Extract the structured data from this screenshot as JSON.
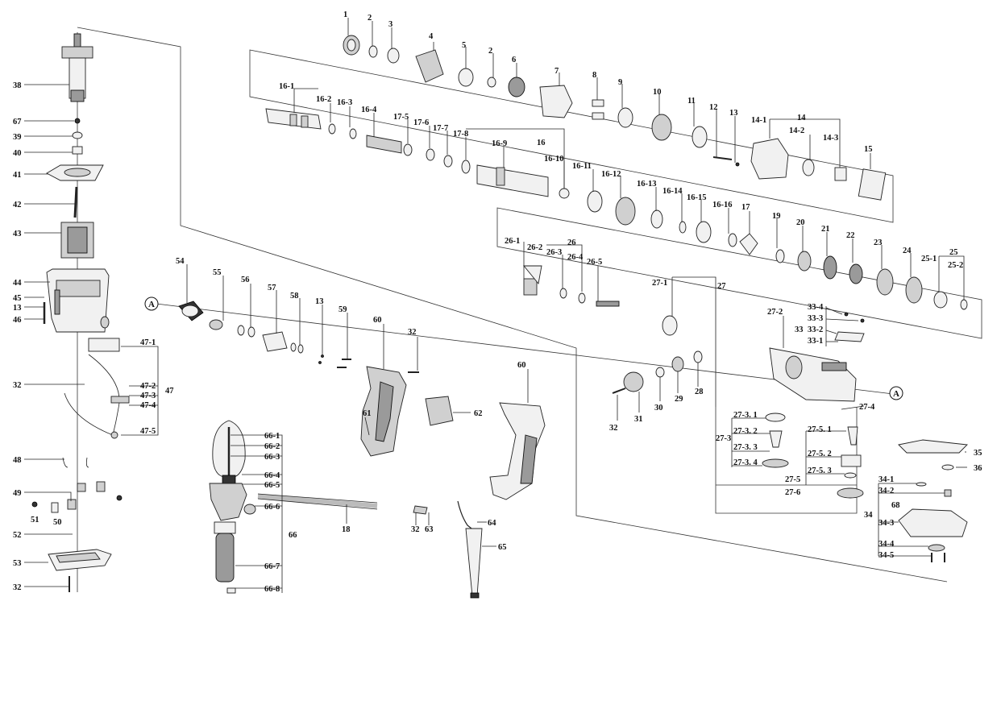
{
  "markers": [
    "A",
    "A"
  ],
  "labels": {
    "l1": "1",
    "l2": "2",
    "l3": "3",
    "l4": "4",
    "l5": "5",
    "l2b": "2",
    "l6": "6",
    "l7": "7",
    "l8": "8",
    "l9": "9",
    "l10": "10",
    "l11": "11",
    "l12": "12",
    "l13": "13",
    "l14": "14",
    "l14_1": "14-1",
    "l14_2": "14-2",
    "l14_3": "14-3",
    "l15": "15",
    "l16_1": "16-1",
    "l16_2": "16-2",
    "l16_3": "16-3",
    "l16_4": "16-4",
    "l17_5": "17-5",
    "l17_6": "17-6",
    "l17_7": "17-7",
    "l17_8": "17-8",
    "l16_9": "16-9",
    "l16": "16",
    "l16_10": "16-10",
    "l16_11": "16-11",
    "l16_12": "16-12",
    "l16_13": "16-13",
    "l16_14": "16-14",
    "l16_15": "16-15",
    "l16_16": "16-16",
    "l17": "17",
    "l19": "19",
    "l20": "20",
    "l21": "21",
    "l22": "22",
    "l23": "23",
    "l24": "24",
    "l25": "25",
    "l25_1": "25-1",
    "l25_2": "25-2",
    "l26_1": "26-1",
    "l26_2": "26-2",
    "l26": "26",
    "l26_3": "26-3",
    "l26_4": "26-4",
    "l26_5": "26-5",
    "l27_1": "27-1",
    "l27": "27",
    "l27_2": "27-2",
    "l33_4": "33-4",
    "l33_3": "33-3",
    "l33": "33",
    "l33_2": "33-2",
    "l33_1": "33-1",
    "l28": "28",
    "l29": "29",
    "l30": "30",
    "l31": "31",
    "l32a": "32",
    "l27_4": "27-4",
    "l27_3_1": "27-3. 1",
    "l27_3": "27-3",
    "l27_3_2": "27-3. 2",
    "l27_3_3": "27-3. 3",
    "l27_3_4": "27-3. 4",
    "l27_5_1": "27-5. 1",
    "l27_5_2": "27-5. 2",
    "l27_5_3": "27-5. 3",
    "l27_5": "27-5",
    "l27_6": "27-6",
    "l35": "35",
    "l36": "36",
    "l34_1": "34-1",
    "l34_2": "34-2",
    "l68": "68",
    "l34": "34",
    "l34_3": "34-3",
    "l34_4": "34-4",
    "l34_5": "34-5",
    "l38": "38",
    "l67": "67",
    "l39": "39",
    "l40": "40",
    "l41": "41",
    "l42": "42",
    "l43": "43",
    "l44": "44",
    "l45": "45",
    "l13b": "13",
    "l46": "46",
    "l47_1": "47-1",
    "l32b": "32",
    "l47_2": "47-2",
    "l47_3": "47-3",
    "l47": "47",
    "l47_4": "47-4",
    "l47_5": "47-5",
    "l48": "48",
    "l49": "49",
    "l51": "51",
    "l50": "50",
    "l52": "52",
    "l53": "53",
    "l32c": "32",
    "l54": "54",
    "l55": "55",
    "l56": "56",
    "l57": "57",
    "l58": "58",
    "l13c": "13",
    "l59": "59",
    "l60": "60",
    "l32d": "32",
    "l61": "61",
    "l62": "62",
    "l60b": "60",
    "l66_1": "66-1",
    "l66_2": "66-2",
    "l66_3": "66-3",
    "l66_4": "66-4",
    "l66_5": "66-5",
    "l66_6": "66-6",
    "l66": "66",
    "l66_7": "66-7",
    "l66_8": "66-8",
    "l18": "18",
    "l32e": "32",
    "l63": "63",
    "l64": "64",
    "l65": "65"
  }
}
